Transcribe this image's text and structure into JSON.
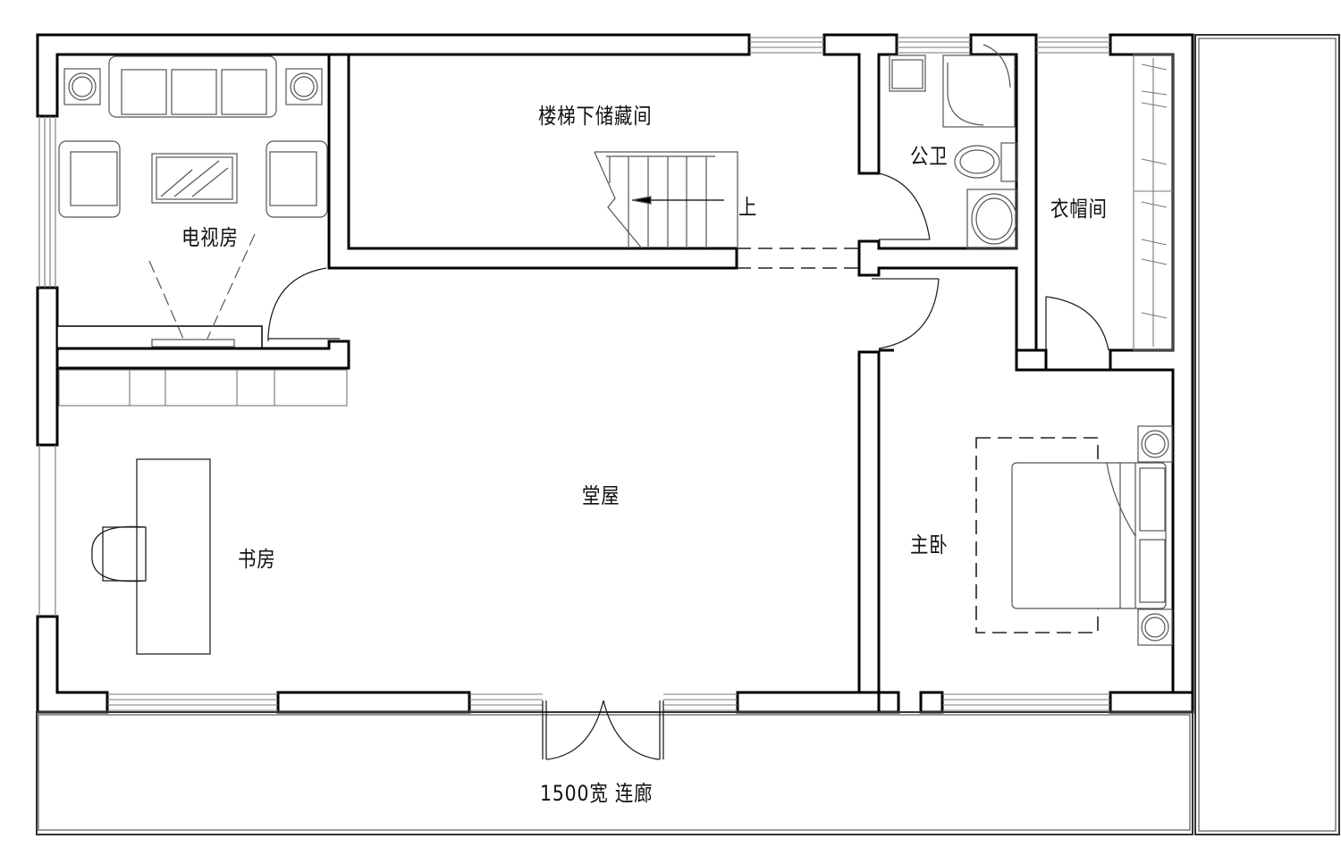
{
  "plan": {
    "type": "floor-plan",
    "rooms": {
      "tv_room": "电视房",
      "storage": "楼梯下储藏间",
      "stair_up": "上",
      "public_bath": "公卫",
      "cloakroom": "衣帽间",
      "hall": "堂屋",
      "study": "书房",
      "master_bedroom": "主卧",
      "corridor": "1500宽 连廊"
    },
    "colors": {
      "wall": "#000000",
      "fixture": "#555555",
      "background": "#ffffff"
    }
  }
}
